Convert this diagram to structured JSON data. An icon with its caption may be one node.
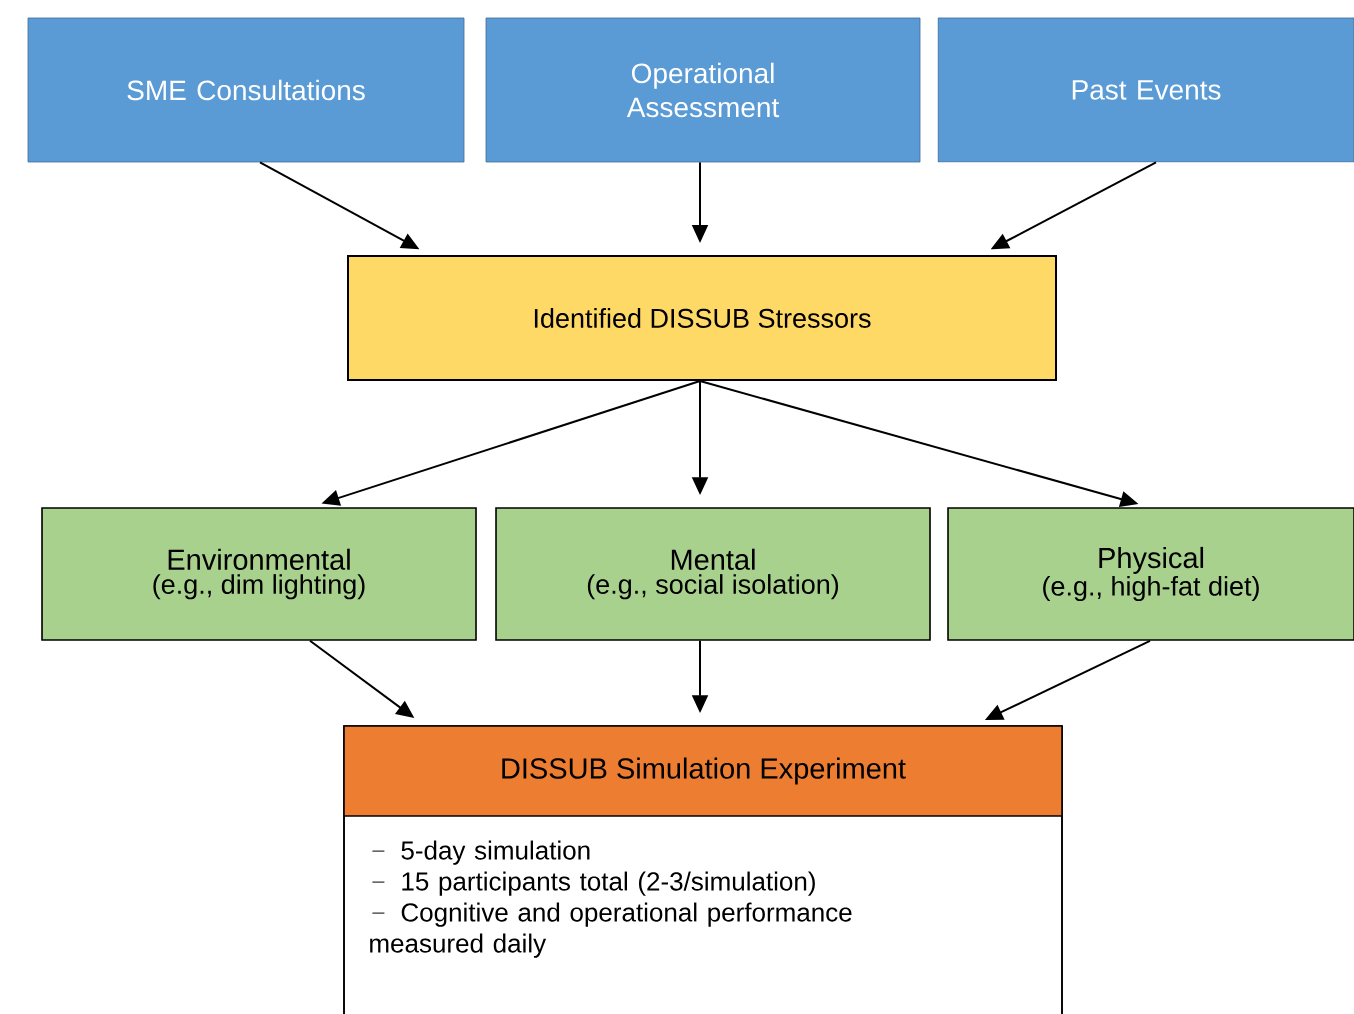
{
  "diagram": {
    "nodes": [
      {
        "text": [
          "SME Consultations"
        ]
      },
      {
        "text": [
          "Operational Assessment"
        ]
      },
      {
        "text": [
          "Past Events"
        ]
      },
      {
        "text": [
          "Identified  DISSUB Stressors"
        ]
      },
      {
        "text": [
          "Environmental",
          "(e.g., dim lighting)"
        ]
      },
      {
        "text": [
          "Mental",
          "(e.g., social isolation)"
        ]
      },
      {
        "text": [
          "Physical",
          "(e.g., high-fat diet)"
        ]
      },
      {
        "text": [
          "DISSUB Simulation Experiment",
          "5-day simulation",
          "15 participants total (2-3/simulation)",
          "Cognitive and operational performance measured daily"
        ]
      }
    ],
    "edges": [
      {
        "from": 0,
        "to": 3,
        "arrow": "to"
      },
      {
        "from": 1,
        "to": 3,
        "arrow": "to"
      },
      {
        "from": 2,
        "to": 3,
        "arrow": "to"
      },
      {
        "from": 3,
        "to": 4,
        "arrow": "to"
      },
      {
        "from": 3,
        "to": 5,
        "arrow": "to"
      },
      {
        "from": 3,
        "to": 6,
        "arrow": "to"
      },
      {
        "from": 4,
        "to": 7,
        "arrow": "to"
      },
      {
        "from": 5,
        "to": 7,
        "arrow": "to"
      },
      {
        "from": 6,
        "to": 7,
        "arrow": "to"
      }
    ]
  }
}
